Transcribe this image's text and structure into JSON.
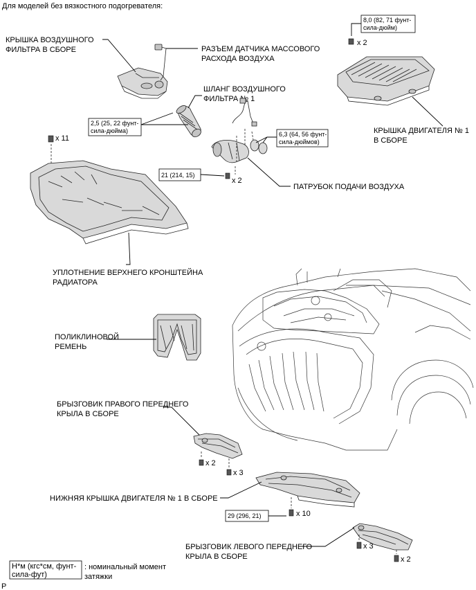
{
  "header": {
    "title": "Для моделей без вязкостного подогревателя:"
  },
  "labels": {
    "air_cleaner_cap": [
      "КРЫШКА ВОЗДУШНОГО",
      "ФИЛЬТРА В СБОРЕ"
    ],
    "maf_connector": [
      "РАЗЪЕМ ДАТЧИКА МАССОВОГО",
      "РАСХОДА ВОЗДУХА"
    ],
    "air_hose": [
      "ШЛАНГ ВОЗДУШНОГО",
      "ФИЛЬТРА № 1"
    ],
    "intake_pipe": "ПАТРУБОК ПОДАЧИ ВОЗДУХА",
    "engine_cover": [
      "КРЫШКА ДВИГАТЕЛЯ № 1",
      "В СБОРЕ"
    ],
    "seal": [
      "УПЛОТНЕНИЕ ВЕРХНЕГО КРОНШТЕЙНА",
      "РАДИАТОРА"
    ],
    "belt": [
      "ПОЛИКЛИНОВОЙ",
      "РЕМЕНЬ"
    ],
    "splash_rh": [
      "БРЫЗГОВИК ПРАВОГО ПЕРЕДНЕГО",
      "КРЫЛА В СБОРЕ"
    ],
    "under_cover": "НИЖНЯЯ КРЫШКА ДВИГАТЕЛЯ № 1 В СБОРЕ",
    "splash_lh": [
      "БРЫЗГОВИК ЛЕВОГО ПЕРЕДНЕГО",
      "КРЫЛА В СБОРЕ"
    ]
  },
  "torques": {
    "engine_cover": [
      "8,0 (82, 71 фунт-",
      "сила-дюйм)"
    ],
    "hose_clamp": [
      "2,5 (25, 22 фунт-",
      "сила-дюйма)"
    ],
    "pipe_clamp": [
      "6,3 (64, 56 фунт-",
      "сила-дюймов)"
    ],
    "pipe_bolt": "21 (214, 15)",
    "under_cover": "29 (296, 21)"
  },
  "quantities": {
    "engine_cover": "x 2",
    "seal_clips": "x 11",
    "pipe_bolts": "x 2",
    "rh_a": "x 2",
    "rh_b": "x 3",
    "under_cover": "x 10",
    "lh_a": "x 3",
    "lh_b": "x 2"
  },
  "legend": {
    "unit": [
      "Н*м (кгс*см, фунт-",
      "сила-фут)"
    ],
    "description": [
      ": номинальный момент",
      "затяжки"
    ]
  },
  "footer": {
    "code": "P"
  }
}
